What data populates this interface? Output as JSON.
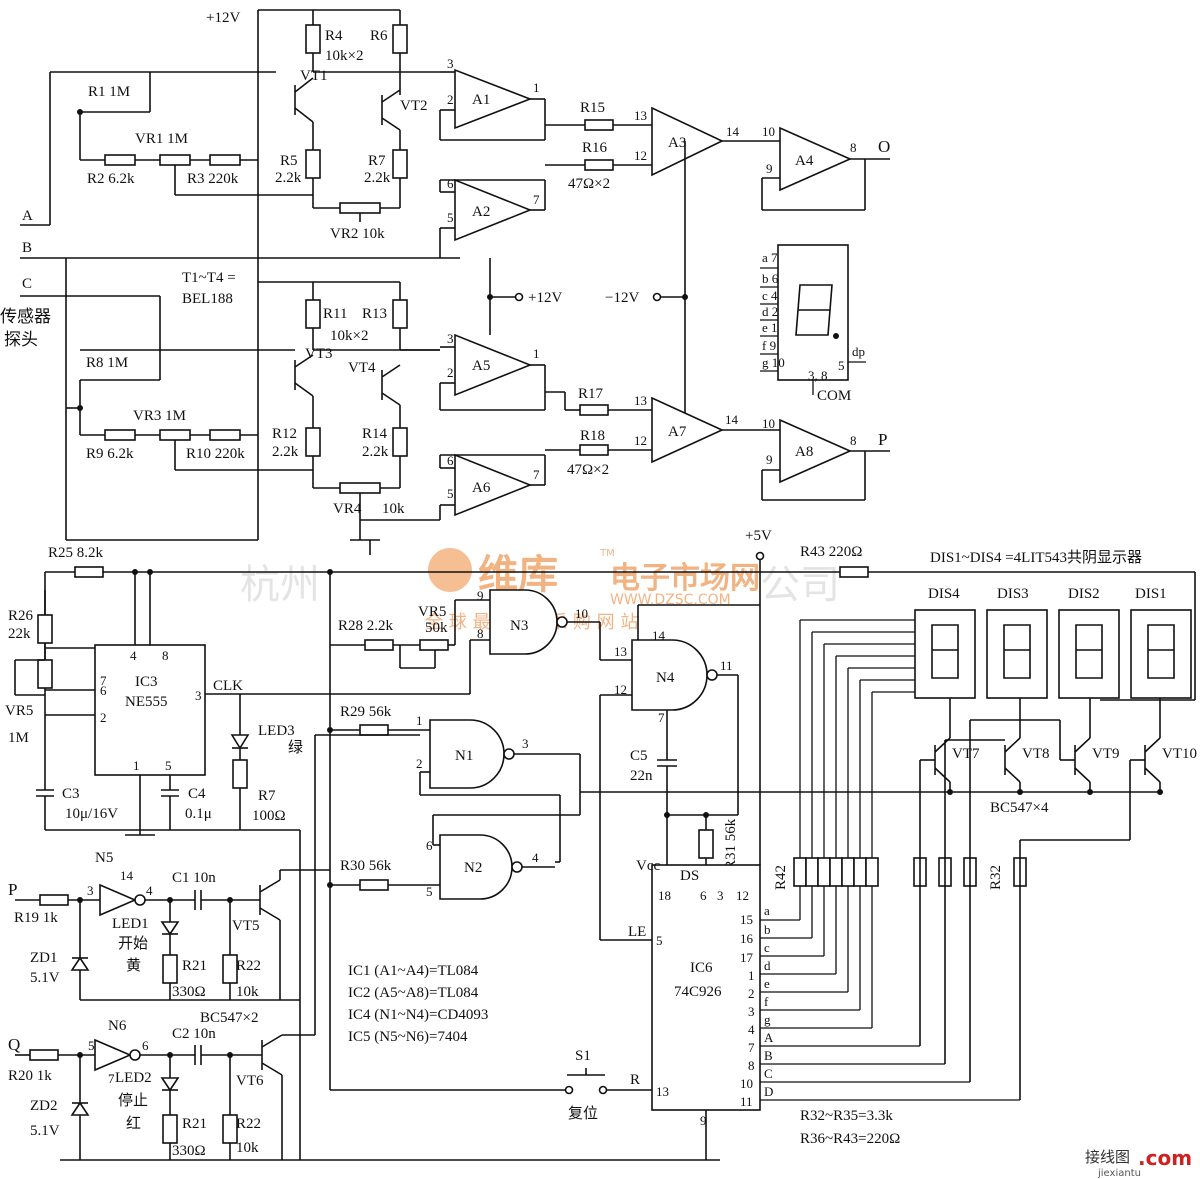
{
  "labels": {
    "vplus12_top": "+12V",
    "r4": "R4",
    "r6": "R6",
    "r4r6_val": "10k×2",
    "vt1": "VT1",
    "vt2": "VT2",
    "vt3": "VT3",
    "vt4": "VT4",
    "r1": "R1 1M",
    "vr1": "VR1 1M",
    "r2": "R2 6.2k",
    "r3": "R3 220k",
    "r5": "R5",
    "r5_val": "2.2k",
    "r7": "R7",
    "r7_val": "2.2k",
    "vr2": "VR2 10k",
    "a1": "A1",
    "a2": "A2",
    "a3": "A3",
    "a4": "A4",
    "a5": "A5",
    "a6": "A6",
    "a7": "A7",
    "a8": "A8",
    "r15": "R15",
    "r16": "R16",
    "r15r16_val": "47Ω×2",
    "r17": "R17",
    "r18": "R18",
    "r17r18_val": "47Ω×2",
    "out_o": "O",
    "out_p": "P",
    "in_a": "A",
    "in_b": "B",
    "in_c": "C",
    "sensor1": "传感器",
    "sensor2": "探头",
    "t1t4": "T1~T4 =",
    "bel188": "BEL188",
    "r11": "R11",
    "r13": "R13",
    "r11r13_val": "10k×2",
    "r8": "R8 1M",
    "vr3": "VR3 1M",
    "r9": "R9 6.2k",
    "r10": "R10 220k",
    "r12": "R12",
    "r12_val": "2.2k",
    "r14": "R14",
    "r14_val": "2.2k",
    "vr4": "VR4",
    "vr4_val": "10k",
    "vplus12_mid": "+12V",
    "vminus12": "−12V",
    "seg_pins": [
      "a 7",
      "b 6",
      "c 4",
      "d 2",
      "e 1",
      "f 9",
      "g 10"
    ],
    "seg_dp": "dp",
    "seg_dp_pin": "5",
    "seg_com_pins": "3, 8",
    "seg_com": "COM",
    "r25": "R25 8.2k",
    "r26": "R26",
    "r26_val": "22k",
    "vr5": "VR5",
    "vr5_val": "1M",
    "ic3": "IC3",
    "ne555": "NE555",
    "clk": "CLK",
    "c3": "C3",
    "c3_val": "10μ/16V",
    "c4": "C4",
    "c4_val": "0.1μ",
    "led3": "LED3",
    "led3_color": "绿",
    "r7b": "R7",
    "r7b_val": "100Ω",
    "r28": "R28 2.2k",
    "vr5b": "VR5",
    "vr5b_val": "50k",
    "n3": "N3",
    "n4": "N4",
    "n1": "N1",
    "n2": "N2",
    "r29": "R29 56k",
    "r30": "R30 56k",
    "vplus5": "+5V",
    "r43": "R43 220Ω",
    "c5": "C5",
    "c5_val": "22n",
    "r31": "R31 56k",
    "n5": "N5",
    "n6": "N6",
    "p_in": "P",
    "q_in": "Q",
    "r19": "R19 1k",
    "r20": "R20 1k",
    "zd1": "ZD1",
    "zd1_val": "5.1V",
    "zd2": "ZD2",
    "zd2_val": "5.1V",
    "c1": "C1 10n",
    "c2": "C2 10n",
    "led1": "LED1",
    "led1_t1": "开始",
    "led1_t2": "黄",
    "led2": "LED2",
    "led2_t1": "停止",
    "led2_t2": "红",
    "r21": "R21",
    "r21_val": "330Ω",
    "r22": "R22",
    "r22_val": "10k",
    "r21b": "R21",
    "r21b_val": "330Ω",
    "r22b": "R22",
    "r22b_val": "10k",
    "vt5": "VT5",
    "vt6": "VT6",
    "bc547x2": "BC547×2",
    "ic_list": [
      "IC1 (A1~A4)=TL084",
      "IC2 (A5~A8)=TL084",
      "IC4 (N1~N4)=CD4093",
      "IC5 (N5~N6)=7404"
    ],
    "s1": "S1",
    "reset": "复位",
    "pin_r": "R",
    "ic6": "IC6",
    "ic6_part": "74C926",
    "vcc": "Vcc",
    "ds": "DS",
    "le": "LE",
    "ic6_pins_right": [
      "a",
      "b",
      "c",
      "d",
      "e",
      "f",
      "g",
      "A",
      "B",
      "C",
      "D"
    ],
    "ic6_pin_nums_right": [
      "15",
      "16",
      "17",
      "1",
      "2",
      "3",
      "4",
      "7",
      "8",
      "10",
      "11"
    ],
    "dis_note": "DIS1~DIS4 =4LIT543共阴显示器",
    "dis": [
      "DIS4",
      "DIS3",
      "DIS2",
      "DIS1"
    ],
    "vt_disp": [
      "VT7",
      "VT8",
      "VT9",
      "VT10"
    ],
    "bc547x4": "BC547×4",
    "r42": "R42",
    "r32": "R32",
    "r_note1": "R32~R35=3.3k",
    "r_note2": "R36~R43=220Ω",
    "wm_company": "杭州",
    "wm_company2": "公司",
    "wm_brand": "维库",
    "wm_tm": "TM",
    "wm_market": "电子市场网",
    "wm_url": "WWW.DZSC.COM",
    "wm_slogan": "全 球 最 大 I C 采 购 网 站",
    "footer_brand": "接线图",
    "footer_dotcom": ".com",
    "footer_url": "jiexiantu"
  }
}
